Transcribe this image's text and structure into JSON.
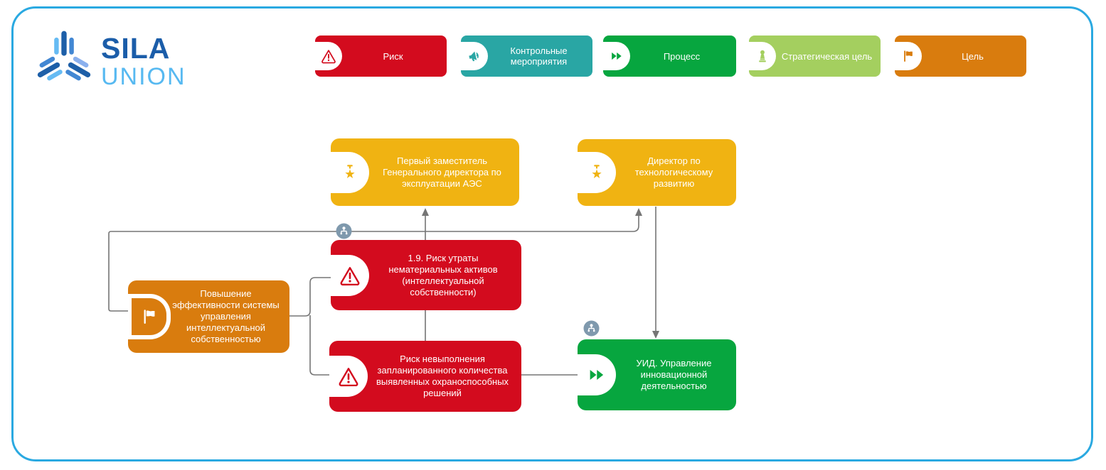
{
  "logo": {
    "primary": "SILA",
    "secondary": "UNION"
  },
  "legend": {
    "items": [
      {
        "label": "Риск",
        "icon": "warning-triangle-icon",
        "color": "#d30b1e"
      },
      {
        "label": "Контрольные мероприятия",
        "icon": "megaphone-icon",
        "color": "#29a6a4"
      },
      {
        "label": "Процесс",
        "icon": "process-arrows-icon",
        "color": "#07a63f"
      },
      {
        "label": "Стратегическая цель",
        "icon": "chess-pawn-icon",
        "color": "#a4cf5f"
      },
      {
        "label": "Цель",
        "icon": "flag-icon",
        "color": "#d97c0e"
      }
    ]
  },
  "nodes": {
    "position_1": {
      "label": "Первый заместитель Генерального директора по эксплуатации АЭС",
      "type": "position",
      "icon": "star-position-icon",
      "color": "#f0b312"
    },
    "position_2": {
      "label": "Директор по технологическому развитию",
      "type": "position",
      "icon": "star-position-icon",
      "color": "#f0b312"
    },
    "risk_1": {
      "label": "1.9. Риск утраты нематериальных активов (интеллектуальной собственности)",
      "type": "risk",
      "icon": "warning-triangle-icon",
      "color": "#d30b1e"
    },
    "risk_2": {
      "label": "Риск невыполнения запланированного количества выявленных охраноспособных решений",
      "type": "risk",
      "icon": "warning-triangle-icon",
      "color": "#d30b1e"
    },
    "goal_1": {
      "label": "Повышение эффективности системы управления интеллектуальной собственностью",
      "type": "goal",
      "icon": "flag-icon",
      "color": "#d97c0e"
    },
    "process_1": {
      "label": "УИД. Управление инновационной деятельностью",
      "type": "process",
      "icon": "process-arrows-icon",
      "color": "#07a63f"
    }
  },
  "badges": {
    "linked_org_icon": "org-structure-icon",
    "color": "#7f99ad"
  },
  "colors": {
    "frame": "#2aa9e1",
    "connector": "#757575",
    "logo_primary": "#1b5da9",
    "logo_secondary": "#57b9f1"
  }
}
